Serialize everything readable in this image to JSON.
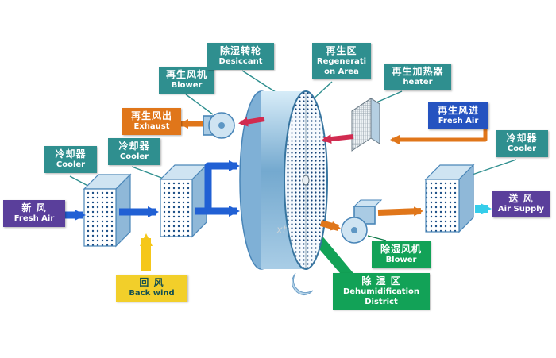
{
  "title": "Desiccant wheel dehumidification system diagram",
  "labels": {
    "fresh_air_in": {
      "zh": "新 风",
      "en": "Fresh Air"
    },
    "cooler_left_1": {
      "zh": "冷却器",
      "en": "Cooler"
    },
    "cooler_left_2": {
      "zh": "冷却器",
      "en": "Cooler"
    },
    "back_wind": {
      "zh": "回 风",
      "en": "Back wind"
    },
    "regen_blower": {
      "zh": "再生风机",
      "en": "Blower"
    },
    "regen_exhaust": {
      "zh": "再生风出",
      "en": "Exhaust"
    },
    "desiccant_wheel": {
      "zh": "除湿转轮",
      "en": "Desiccant"
    },
    "regen_area": {
      "zh": "再生区",
      "en_line1": "Regenerati",
      "en_line2": "on Area"
    },
    "regen_heater": {
      "zh": "再生加热器",
      "en": "heater"
    },
    "regen_fresh_air": {
      "zh": "再生风进",
      "en": "Fresh Air"
    },
    "cooler_right": {
      "zh": "冷却器",
      "en": "Cooler"
    },
    "air_supply": {
      "zh": "送 风",
      "en": "Air Supply"
    },
    "dehumid_blower": {
      "zh": "除湿风机",
      "en": "Blower"
    },
    "dehumid_district": {
      "zh": "除 湿 区",
      "en_line1": "Dehumidification",
      "en_line2": "District"
    }
  },
  "watermark": "xt",
  "colors": {
    "label_teal": "#2f8f8f",
    "label_purple": "#5a3f9b",
    "label_orange": "#e0761a",
    "label_yellow": "#f2cf2a",
    "label_blue": "#2553c0",
    "label_green": "#12a257",
    "arrow_blue": "#2160d4",
    "arrow_orange": "#e0761a",
    "arrow_yellow": "#f5c71a",
    "arrow_cyan": "#35cdea",
    "arrow_red": "#d12b50"
  }
}
